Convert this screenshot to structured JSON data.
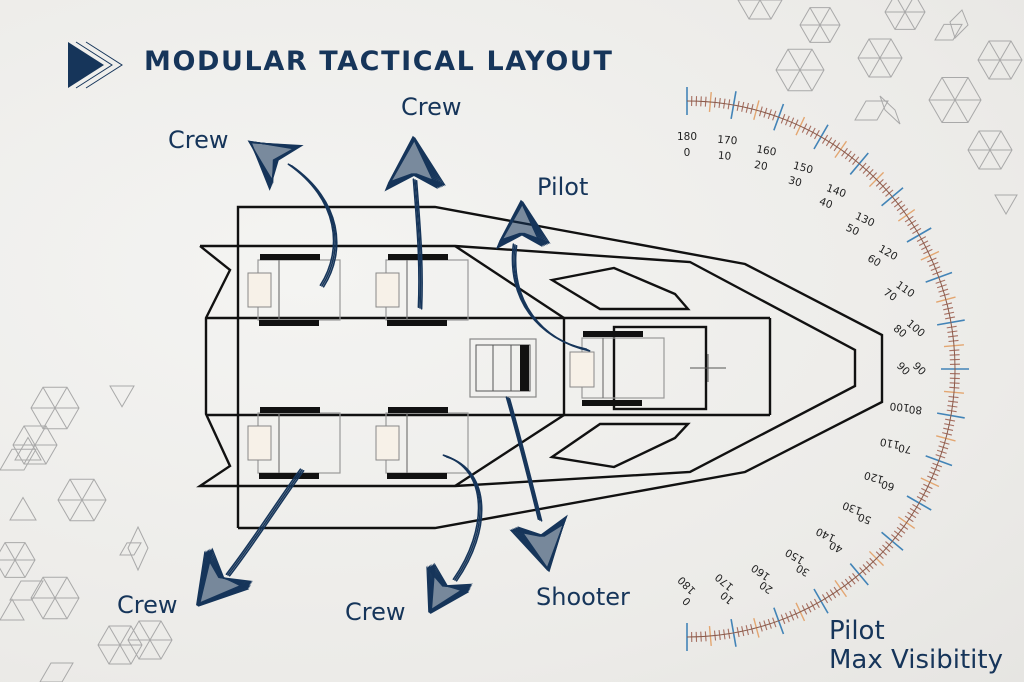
{
  "title": "MODULAR TACTICAL LAYOUT",
  "colors": {
    "navy": "#16355a",
    "hull_line": "#111111",
    "seat_pad": "#f7f1e8",
    "pattern": "#a9a9a9",
    "protractor_major": "#3a7fb5",
    "protractor_minor": "#9a5a4a",
    "protractor_mid": "#e3a36b"
  },
  "labels": {
    "crew_top_left": "Crew",
    "crew_top_center": "Crew",
    "pilot": "Pilot",
    "crew_bottom_left": "Crew",
    "crew_bottom_center": "Crew",
    "shooter": "Shooter",
    "pilot_visibility_line1": "Pilot",
    "pilot_visibility_line2": "Max Visibitity"
  },
  "protractor": {
    "outer_scale": [
      180,
      170,
      160,
      150,
      140,
      130,
      120,
      110,
      100,
      90,
      80,
      70,
      60,
      50,
      40,
      30,
      20,
      10,
      0
    ],
    "inner_scale": [
      0,
      10,
      20,
      30,
      40,
      50,
      60,
      70,
      80,
      90,
      100,
      110,
      120,
      130,
      140,
      150,
      160,
      170,
      180
    ]
  }
}
